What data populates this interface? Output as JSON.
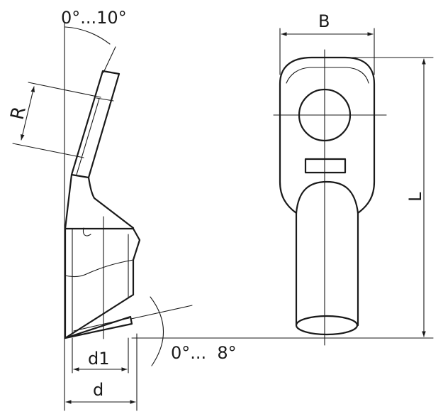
{
  "labels": {
    "tilt_angle": "0°...10°",
    "radius": "R",
    "bevel_angle": "0°...  8°",
    "inner_diameter": "d1",
    "outer_diameter": "d",
    "width": "B",
    "length": "L"
  }
}
